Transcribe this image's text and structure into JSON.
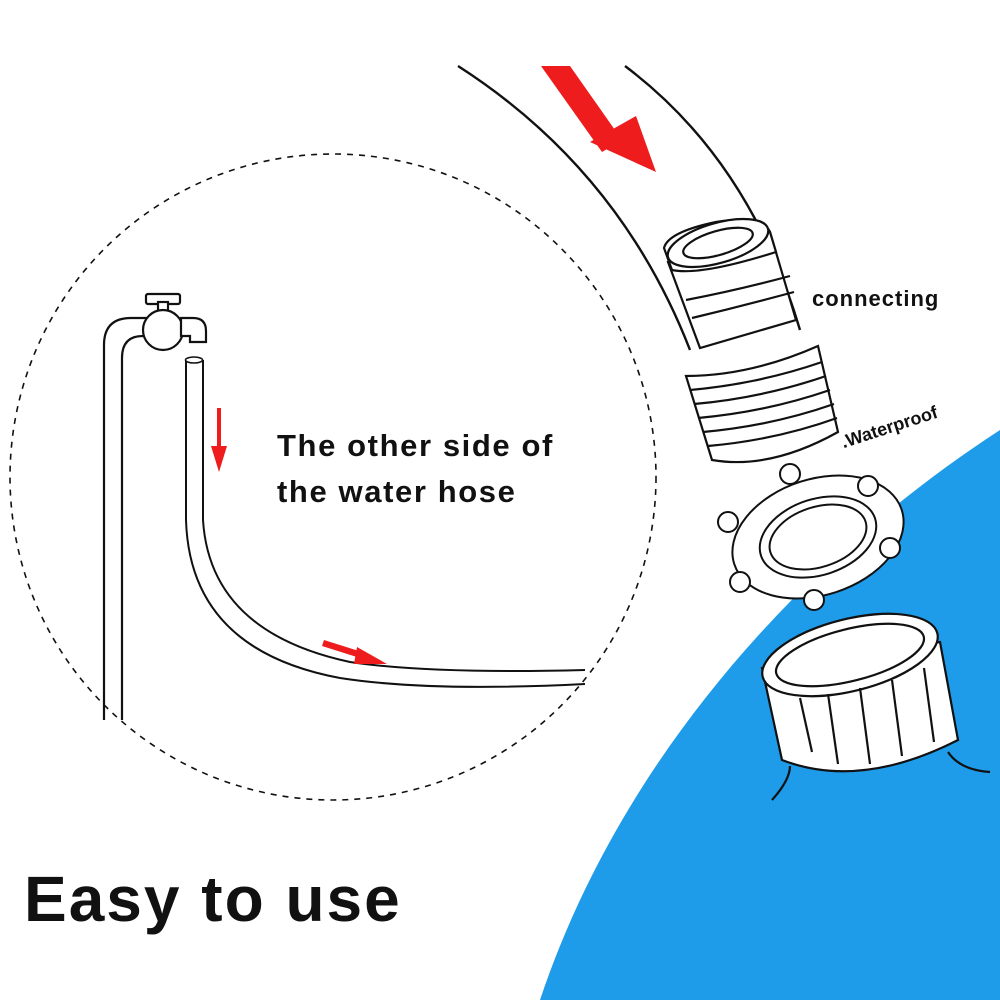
{
  "labels": {
    "other_side_line1": "The other side of",
    "other_side_line2": "the water hose",
    "connecting": "connecting",
    "waterproof": ".Waterproof",
    "headline": "Easy to use"
  },
  "colors": {
    "water_blue": "#1e9be9",
    "arrow_red": "#ee1c1c",
    "line": "#111111",
    "background": "#ffffff"
  },
  "icons": [
    "faucet-icon",
    "flow-arrow-icon",
    "hose-connector-icon",
    "rubber-washer-icon",
    "tank-cap-icon"
  ]
}
